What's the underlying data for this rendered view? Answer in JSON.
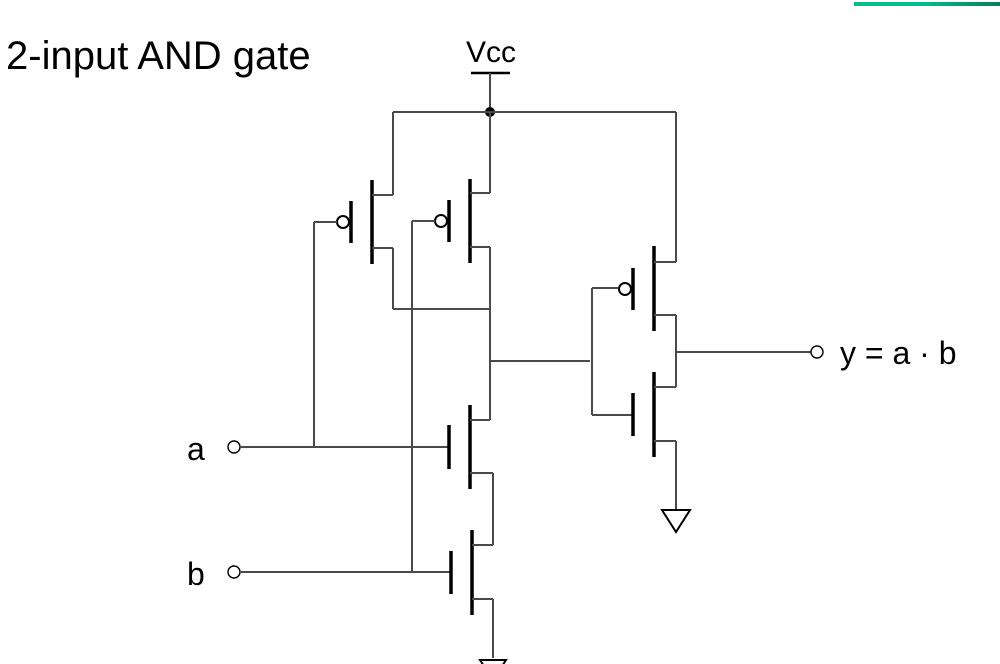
{
  "title": "2-input AND gate",
  "accent_color": "#00bf8f",
  "labels": {
    "vcc": "Vcc",
    "input_a": "a",
    "input_b": "b",
    "output": "y = a · b"
  },
  "components": {
    "pmos": [
      "pmos-a",
      "pmos-b",
      "pmos-inverter"
    ],
    "nmos": [
      "nmos-a",
      "nmos-b",
      "nmos-inverter"
    ],
    "supply": "vcc",
    "grounds": [
      "ground-nand",
      "ground-inverter"
    ]
  }
}
